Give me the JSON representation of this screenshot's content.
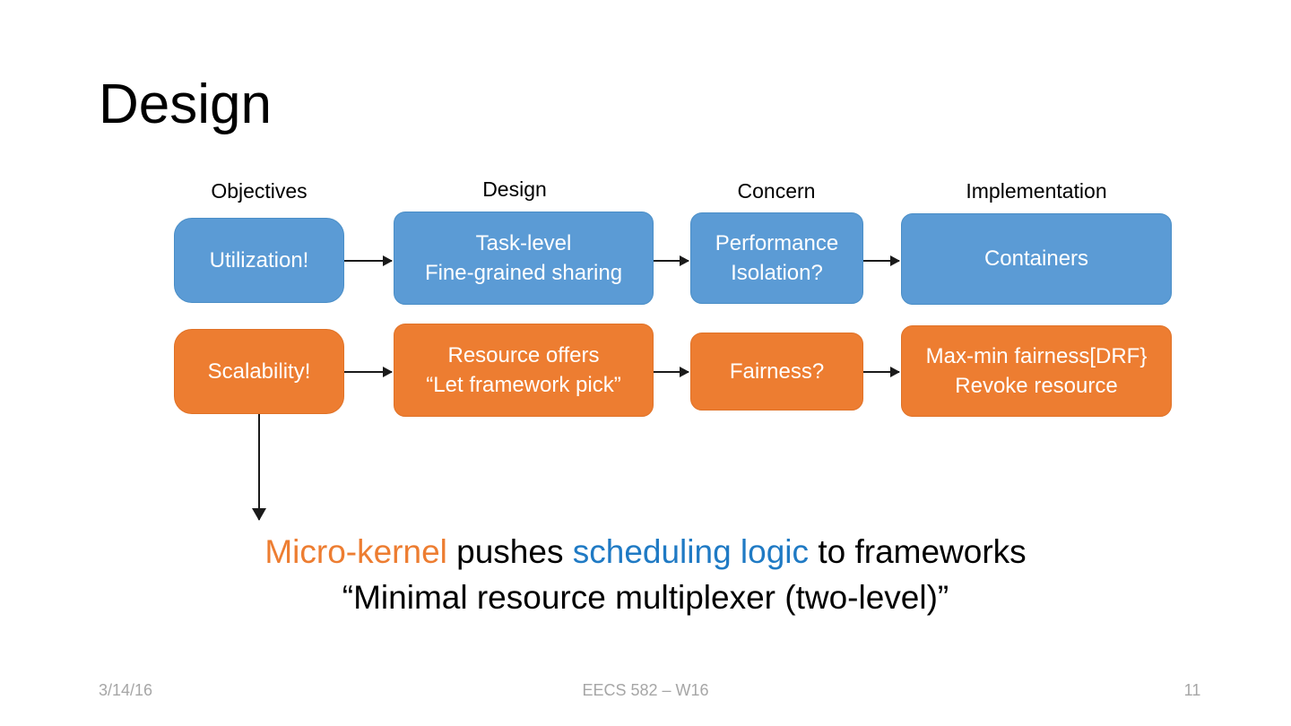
{
  "slide": {
    "title": "Design",
    "page_background": "#ffffff"
  },
  "colors": {
    "blue": "#5B9BD5",
    "orange": "#ED7D31",
    "accent_blue_text": "#1F7AC4",
    "accent_orange_text": "#ED7D31",
    "footer_gray": "#a6a6a6"
  },
  "flow": {
    "headers": [
      {
        "label": "Objectives"
      },
      {
        "label": "Design"
      },
      {
        "label": "Concern"
      },
      {
        "label": "Implementation"
      }
    ],
    "rows": [
      {
        "color": "blue",
        "boxes": [
          {
            "text": "Utilization!"
          },
          {
            "text": "Task-level\nFine-grained sharing"
          },
          {
            "text": "Performance\nIsolation?"
          },
          {
            "text": "Containers"
          }
        ]
      },
      {
        "color": "orange",
        "boxes": [
          {
            "text": "Scalability!"
          },
          {
            "text": "Resource offers\n“Let framework pick”"
          },
          {
            "text": "Fairness?"
          },
          {
            "text": "Max-min fairness[DRF}\nRevoke resource"
          }
        ]
      }
    ]
  },
  "caption": {
    "line1": {
      "part1": "Micro-kernel",
      "part2": " pushes ",
      "part3": "scheduling logic",
      "part4": " to frameworks"
    },
    "line2": "“Minimal resource multiplexer (two-level)”"
  },
  "footer": {
    "date": "3/14/16",
    "course": "EECS 582 – W16",
    "page_number": "11"
  }
}
